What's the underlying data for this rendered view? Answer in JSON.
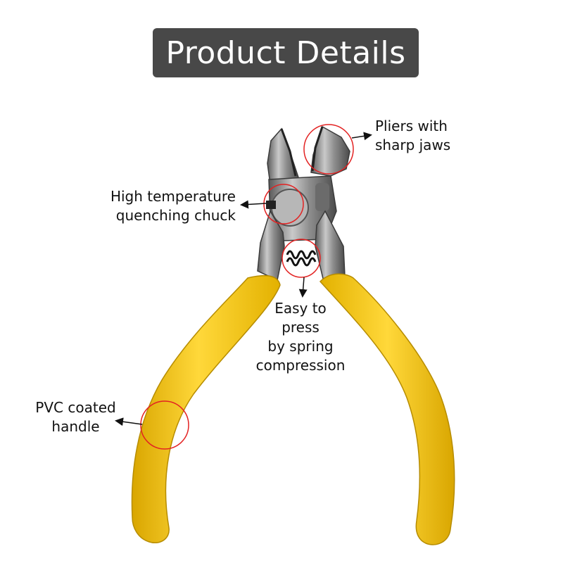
{
  "header": {
    "title": "Product Details"
  },
  "callouts": {
    "jaws": {
      "line1": "Pliers with",
      "line2": "sharp jaws"
    },
    "chuck": {
      "line1": "High temperature",
      "line2": "quenching chuck"
    },
    "spring": {
      "line1": "Easy to",
      "line2": "press",
      "line3": "by spring",
      "line4": "compression"
    },
    "handle": {
      "line1": "PVC coated",
      "line2": "handle"
    }
  },
  "colors": {
    "banner": "#484848",
    "handle": "#f5c518",
    "steel": "#9a9a9a",
    "highlight_circle": "#e32222"
  },
  "icons": [
    "pliers-illustration",
    "arrow-icon",
    "highlight-circle"
  ]
}
